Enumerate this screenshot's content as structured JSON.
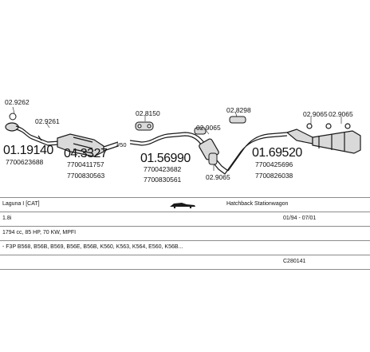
{
  "parts": {
    "p1": {
      "code": "01.19140",
      "oem": "7700623688",
      "sub": "02.9262",
      "sub2": "02.9261"
    },
    "p2": {
      "code": "04.3327",
      "oem1": "7700411757",
      "oem2": "7700830563",
      "mark": "#50"
    },
    "p3": {
      "code": "01.56990",
      "oem1": "7700423682",
      "oem2": "7700830561",
      "sub": "02.8150",
      "sub2": "02.9065",
      "sub3": "02.9065"
    },
    "p4": {
      "code": "01.69520",
      "oem1": "7700425696",
      "oem2": "7700826038",
      "sub": "02.8298",
      "sub2": "02.9065",
      "sub3": "02.9065"
    }
  },
  "table": {
    "row1": {
      "model": "Laguna I [CAT]",
      "body": "Hatchback Stationwagon"
    },
    "row2": {
      "engine": "1.8i",
      "years": "01/94 - 07/01"
    },
    "row3": {
      "spec": "1794 cc, 85 HP, 70 KW, MPFI"
    },
    "row4": {
      "codes": "- F3P B568, B56B, B569, B56E, B56B, K560, K563, K564, E560, K56B..."
    },
    "row5": {
      "ref": "C280141"
    }
  },
  "colors": {
    "line": "#1a1a1a",
    "fill": "#d9d9d9",
    "grid": "#8c8c8c"
  }
}
